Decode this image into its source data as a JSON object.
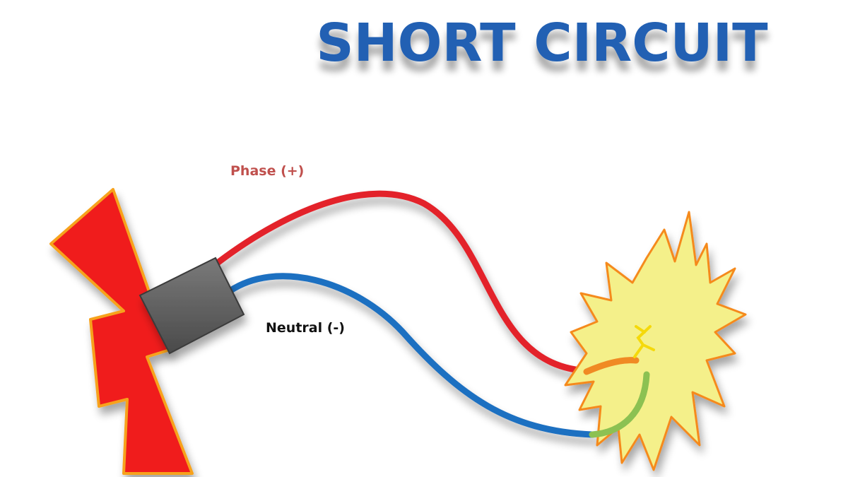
{
  "title": "SHORT CIRCUIT",
  "labels": {
    "phase": "Phase (+)",
    "neutral": "Neutral (-)"
  },
  "colors": {
    "title": "#2461b3",
    "phase_wire": "#e3242b",
    "phase_label": "#c0504d",
    "neutral_wire": "#1f6fc1",
    "neutral_label": "#111111",
    "bolt_fill": "#f01c1c",
    "bolt_outline": "#f7a21b",
    "plug": "#5d5d5d",
    "spark_fill": "#f4f08a",
    "spark_outline": "#f58a1f",
    "phase_exposed": "#f08a24",
    "neutral_exposed": "#8cc152"
  },
  "icons": {
    "bolt": "lightning-bolt-icon",
    "spark": "spark-burst-icon"
  }
}
